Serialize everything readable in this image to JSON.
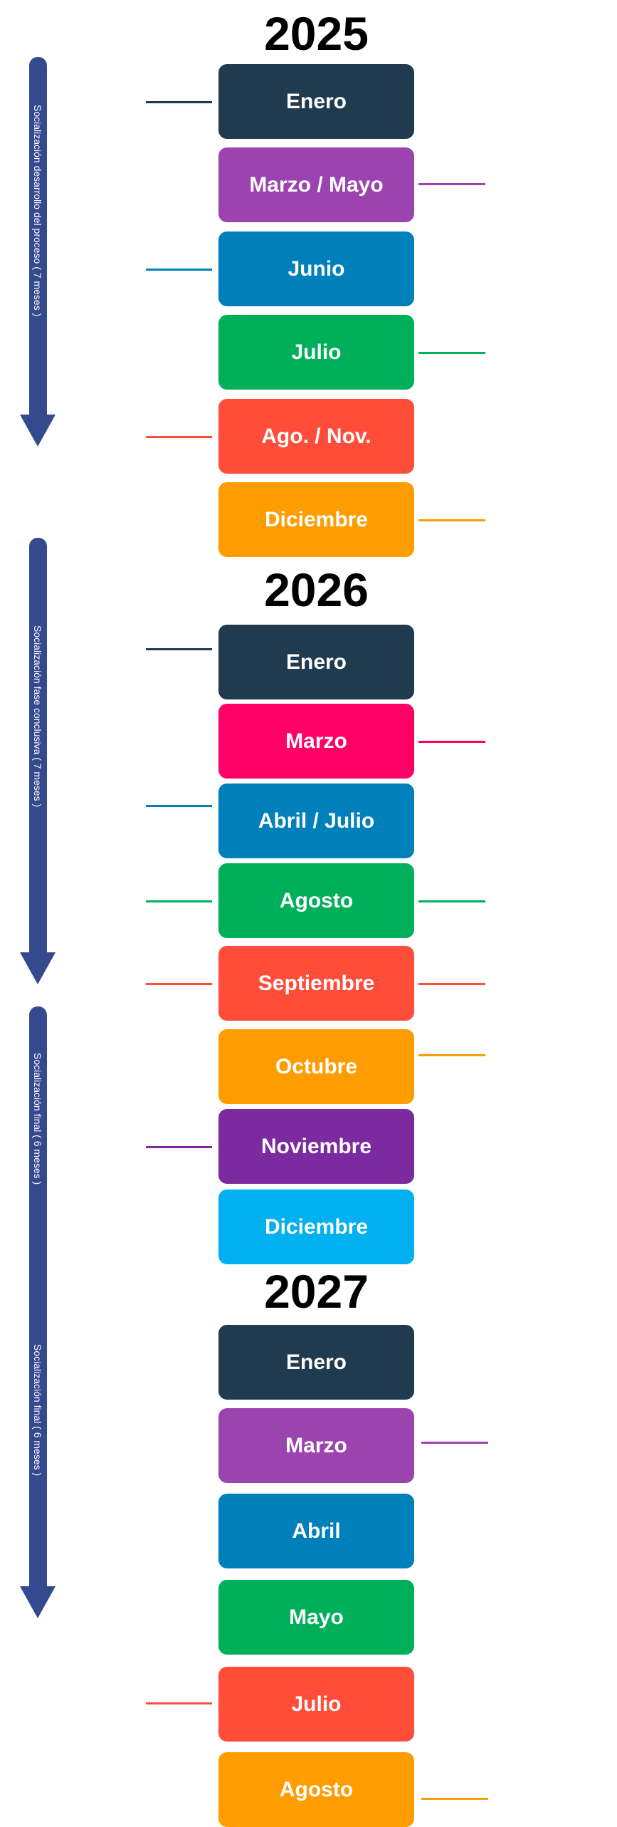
{
  "arrows": [
    {
      "labels": [
        "Socialización desarrollo del proceso ( 7 meses )"
      ]
    },
    {
      "labels": [
        "Socialización fase conclusiva ( 7 meses )"
      ]
    },
    {
      "labels": [
        "Socialización final ( 6 meses )",
        "Socialización final ( 6 meses )"
      ]
    }
  ],
  "years": [
    {
      "year": "2025",
      "months": [
        {
          "label": "Enero",
          "color": "#203a4f",
          "side": "left"
        },
        {
          "label": "Marzo / Mayo",
          "color": "#9b44b0",
          "side": "right"
        },
        {
          "label": "Junio",
          "color": "#0080bb",
          "side": "left"
        },
        {
          "label": "Julio",
          "color": "#00af5a",
          "side": "right"
        },
        {
          "label": "Ago. / Nov.",
          "color": "#ff4d3a",
          "side": "left"
        },
        {
          "label": "Diciembre",
          "color": "#ff9c00",
          "side": "right"
        }
      ]
    },
    {
      "year": "2026",
      "months": [
        {
          "label": "Enero",
          "color": "#203a4f",
          "side": "left"
        },
        {
          "label": "Marzo",
          "color": "#ff0066",
          "side": "right"
        },
        {
          "label": "Abril / Julio",
          "color": "#0080bb",
          "side": "left"
        },
        {
          "label": "Agosto",
          "color": "#00af5a",
          "side": "both"
        },
        {
          "label": "Septiembre",
          "color": "#ff4d3a",
          "side": "both"
        },
        {
          "label": "Octubre",
          "color": "#ff9c00",
          "side": "right"
        },
        {
          "label": "Noviembre",
          "color": "#7b2aa0",
          "side": "left"
        },
        {
          "label": "Diciembre",
          "color": "#00b0ef",
          "side": "none"
        }
      ]
    },
    {
      "year": "2027",
      "months": [
        {
          "label": "Enero",
          "color": "#203a4f",
          "side": "none"
        },
        {
          "label": "Marzo",
          "color": "#9b44b0",
          "side": "right"
        },
        {
          "label": "Abril",
          "color": "#0080bb",
          "side": "none"
        },
        {
          "label": "Mayo",
          "color": "#00af5a",
          "side": "none"
        },
        {
          "label": "Julio",
          "color": "#ff4d3a",
          "side": "left"
        },
        {
          "label": "Agosto",
          "color": "#ff9c00",
          "side": "right"
        }
      ]
    }
  ]
}
